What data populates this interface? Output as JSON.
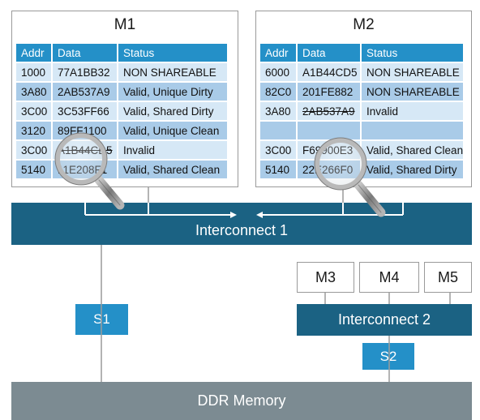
{
  "masters": [
    {
      "title": "M1",
      "headers": [
        "Addr",
        "Data",
        "Status"
      ],
      "rows": [
        {
          "addr": "1000",
          "data": "77A1BB32",
          "status": "NON SHAREABLE",
          "strike": false
        },
        {
          "addr": "3A80",
          "data": "2AB537A9",
          "status": "Valid, Unique Dirty",
          "strike": false
        },
        {
          "addr": "3C00",
          "data": "3C53FF66",
          "status": "Valid, Shared Dirty",
          "strike": false
        },
        {
          "addr": "3120",
          "data": "89FF1100",
          "status": "Valid, Unique Clean",
          "strike": false
        },
        {
          "addr": "3C00",
          "data": "A1B44CD5",
          "status": "Invalid",
          "strike": true
        },
        {
          "addr": "5140",
          "data": "11E208F1",
          "status": "Valid, Shared Clean",
          "strike": false
        }
      ]
    },
    {
      "title": "M2",
      "headers": [
        "Addr",
        "Data",
        "Status"
      ],
      "rows": [
        {
          "addr": "6000",
          "data": "A1B44CD5",
          "status": "NON SHAREABLE",
          "strike": false
        },
        {
          "addr": "82C0",
          "data": "201FE882",
          "status": "NON SHAREABLE",
          "strike": false
        },
        {
          "addr": "3A80",
          "data": "2AB537A9",
          "status": "Invalid",
          "strike": true
        },
        {
          "addr": "",
          "data": "",
          "status": "",
          "strike": false
        },
        {
          "addr": "3C00",
          "data": "F69900E3",
          "status": "Valid, Shared Clean",
          "strike": false
        },
        {
          "addr": "5140",
          "data": "22E266F0",
          "status": "Valid, Shared Dirty",
          "strike": false
        }
      ]
    }
  ],
  "interconnect1": "Interconnect 1",
  "interconnect2": "Interconnect 2",
  "slaves": {
    "s1": "S1",
    "s2": "S2"
  },
  "small_masters": [
    "M3",
    "M4",
    "M5"
  ],
  "memory": "DDR Memory",
  "colors": {
    "table_header": "#2490c8",
    "row_light": "#d6e8f6",
    "row_dark": "#a9cbe8",
    "interconnect": "#1b6283",
    "memory": "#7c8b92",
    "slave": "#2490c8"
  }
}
